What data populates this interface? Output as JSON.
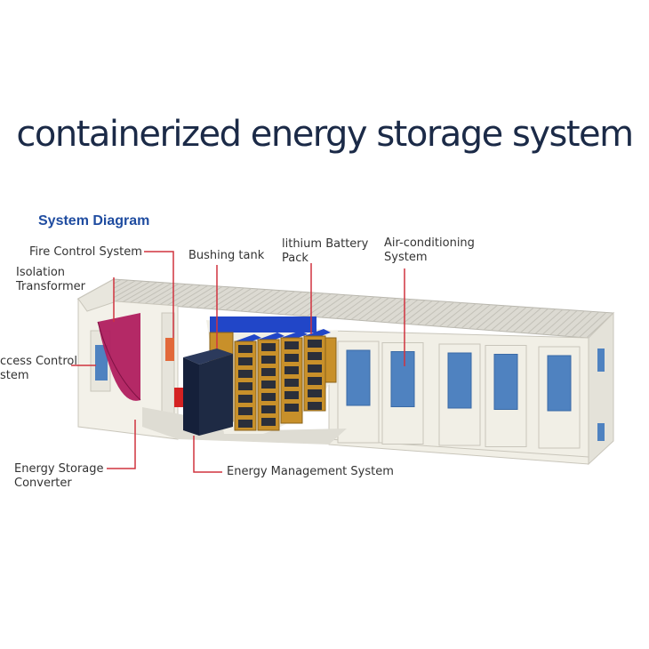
{
  "title": "containerized energy storage system",
  "subtitle": "System Diagram",
  "labels": {
    "fire_control": "Fire Control System",
    "isolation_transformer": [
      "Isolation",
      "Transformer"
    ],
    "access_control": [
      "ccess Control",
      "stem"
    ],
    "bushing_tank": "Bushing tank",
    "lithium_battery_pack": [
      "lithium Battery",
      "Pack"
    ],
    "air_conditioning": [
      "Air-conditioning",
      "System"
    ],
    "energy_storage_converter": [
      "Energy Storage",
      "Converter"
    ],
    "energy_management": "Energy Management System"
  },
  "colors": {
    "leader_line": "#d0333f",
    "container_wall": "#f1efe6",
    "door_window": "#4f82c0",
    "transformer": "#b01e5f",
    "battery_rack": "#c8902a",
    "battery_top": "#2146c8",
    "ems_cabinet": "#1e2a44"
  }
}
